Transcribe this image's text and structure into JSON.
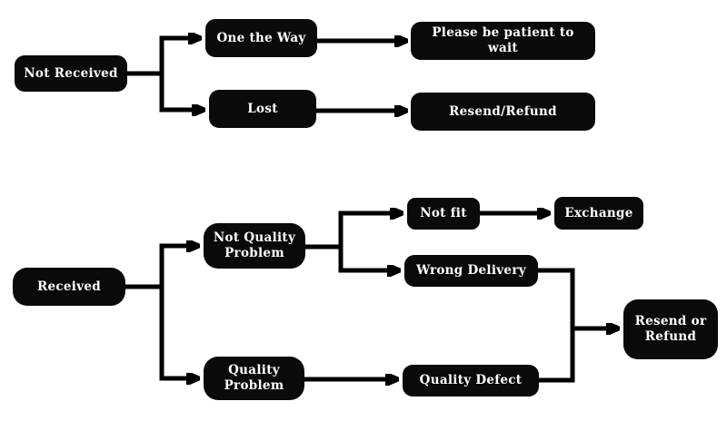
{
  "colors": {
    "background": "#ffffff",
    "node_fill": "#0a0a0a",
    "node_text": "#ffffff",
    "connector": "#000000"
  },
  "nodes": {
    "not_received": {
      "label": "Not Received"
    },
    "one_the_way": {
      "label": "One the Way"
    },
    "please_wait": {
      "label": "Please be patient to wait"
    },
    "lost": {
      "label": "Lost"
    },
    "resend_refund": {
      "label": "Resend/Refund"
    },
    "received": {
      "label": "Received"
    },
    "not_quality_problem": {
      "label": "Not Quality Problem"
    },
    "quality_problem": {
      "label": "Quality Problem"
    },
    "not_fit": {
      "label": "Not fit"
    },
    "exchange": {
      "label": "Exchange"
    },
    "wrong_delivery": {
      "label": "Wrong Delivery"
    },
    "quality_defect": {
      "label": "Quality Defect"
    },
    "resend_or_refund": {
      "label": "Resend or Refund"
    }
  },
  "edges": [
    {
      "from": "not_received",
      "to": "one_the_way"
    },
    {
      "from": "not_received",
      "to": "lost"
    },
    {
      "from": "one_the_way",
      "to": "please_wait"
    },
    {
      "from": "lost",
      "to": "resend_refund"
    },
    {
      "from": "received",
      "to": "not_quality_problem"
    },
    {
      "from": "received",
      "to": "quality_problem"
    },
    {
      "from": "not_quality_problem",
      "to": "not_fit"
    },
    {
      "from": "not_quality_problem",
      "to": "wrong_delivery"
    },
    {
      "from": "not_fit",
      "to": "exchange"
    },
    {
      "from": "quality_problem",
      "to": "quality_defect"
    },
    {
      "from": "wrong_delivery",
      "to": "resend_or_refund"
    },
    {
      "from": "quality_defect",
      "to": "resend_or_refund"
    }
  ]
}
